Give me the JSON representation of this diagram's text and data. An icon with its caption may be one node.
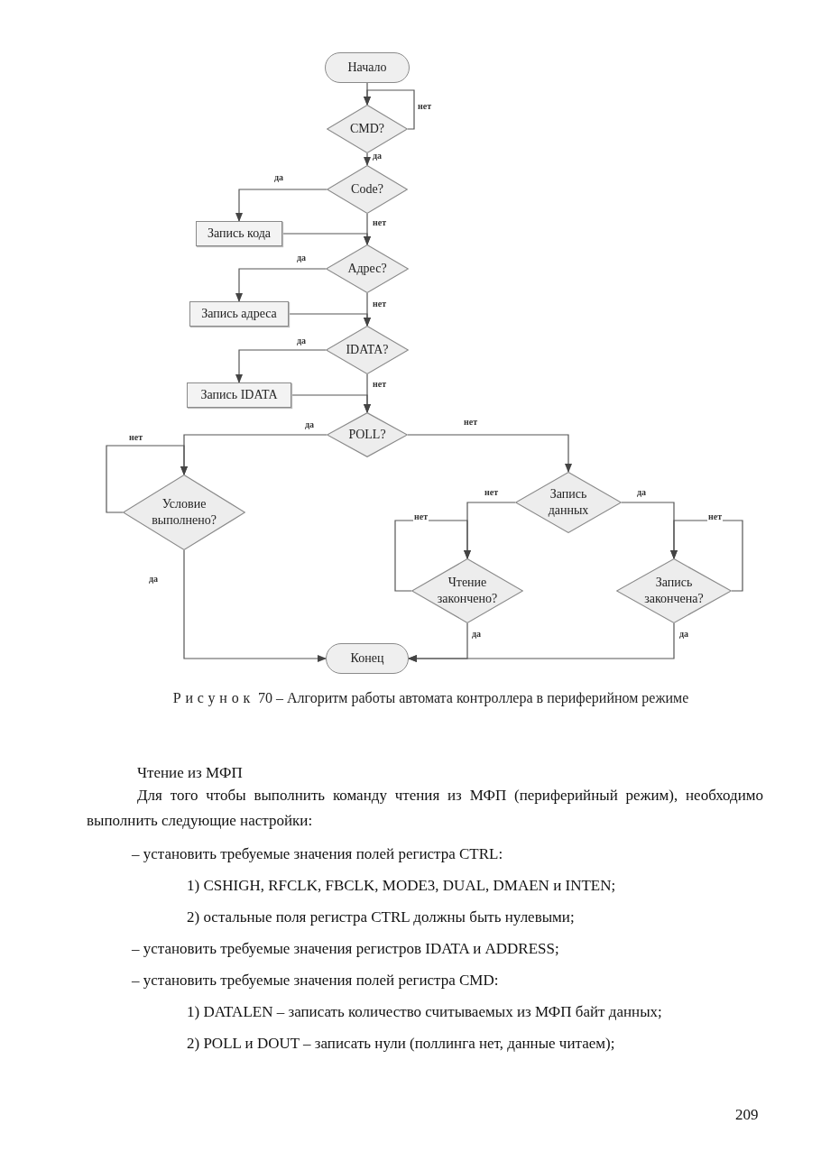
{
  "diagram": {
    "caption": "Рисунок 70 – Алгоритм работы автомата контроллера в периферийном режиме",
    "nodes": [
      {
        "text": [
          "Начало"
        ]
      },
      {
        "text": [
          "CMD?"
        ]
      },
      {
        "text": [
          "Code?"
        ]
      },
      {
        "text": [
          "Запись кода"
        ]
      },
      {
        "text": [
          "Адрес?"
        ]
      },
      {
        "text": [
          "Запись адреса"
        ]
      },
      {
        "text": [
          "IDATA?"
        ]
      },
      {
        "text": [
          "Запись IDATA"
        ]
      },
      {
        "text": [
          "POLL?"
        ]
      },
      {
        "text": [
          "Условие выполнено?"
        ]
      },
      {
        "text": [
          "Запись данных"
        ]
      },
      {
        "text": [
          "Чтение закончено?"
        ]
      },
      {
        "text": [
          "Запись закончена?"
        ]
      },
      {
        "text": [
          "Конец"
        ]
      }
    ],
    "edges": [
      {
        "from": 0,
        "to": 1,
        "arrow": "to"
      },
      {
        "from": 1,
        "to": 1,
        "arrow": "to",
        "label": "нет"
      },
      {
        "from": 1,
        "to": 2,
        "arrow": "to",
        "label": "да"
      },
      {
        "from": 2,
        "to": 3,
        "arrow": "to",
        "label": "да"
      },
      {
        "from": 2,
        "to": 4,
        "arrow": "to",
        "label": "нет"
      },
      {
        "from": 3,
        "to": 4,
        "arrow": "to"
      },
      {
        "from": 4,
        "to": 5,
        "arrow": "to",
        "label": "да"
      },
      {
        "from": 4,
        "to": 6,
        "arrow": "to",
        "label": "нет"
      },
      {
        "from": 5,
        "to": 6,
        "arrow": "to"
      },
      {
        "from": 6,
        "to": 7,
        "arrow": "to",
        "label": "да"
      },
      {
        "from": 6,
        "to": 8,
        "arrow": "to",
        "label": "нет"
      },
      {
        "from": 7,
        "to": 8,
        "arrow": "to"
      },
      {
        "from": 8,
        "to": 9,
        "arrow": "to",
        "label": "да"
      },
      {
        "from": 8,
        "to": 10,
        "arrow": "to",
        "label": "нет"
      },
      {
        "from": 9,
        "to": 9,
        "arrow": "to",
        "label": "нет"
      },
      {
        "from": 9,
        "to": 13,
        "arrow": "to",
        "label": "да"
      },
      {
        "from": 10,
        "to": 11,
        "arrow": "to",
        "label": "нет"
      },
      {
        "from": 10,
        "to": 12,
        "arrow": "to",
        "label": "да"
      },
      {
        "from": 11,
        "to": 11,
        "arrow": "to",
        "label": "нет"
      },
      {
        "from": 12,
        "to": 12,
        "arrow": "to",
        "label": "нет"
      },
      {
        "from": 11,
        "to": 13,
        "arrow": "to",
        "label": "да"
      },
      {
        "from": 12,
        "to": 13,
        "arrow": "to",
        "label": "да"
      }
    ],
    "labels": [
      "Чтение из МФП",
      "Для того чтобы выполнить команду чтения из МФП (периферийный режим), необходимо выполнить следующие настройки:",
      "– установить требуемые значения полей регистра CTRL:",
      "1) CSHIGH, RFCLK, FBCLK, MODE3, DUAL, DMAEN и INTEN;",
      "2) остальные поля регистра CTRL должны быть нулевыми;",
      "– установить требуемые значения регистров IDATA и ADDRESS;",
      "– установить требуемые значения полей регистра CMD:",
      "1) DATALEN – записать количество считываемых из МФП байт данных;",
      "2) POLL и DOUT – записать нули (поллинга нет, данные читаем);",
      "209"
    ]
  }
}
